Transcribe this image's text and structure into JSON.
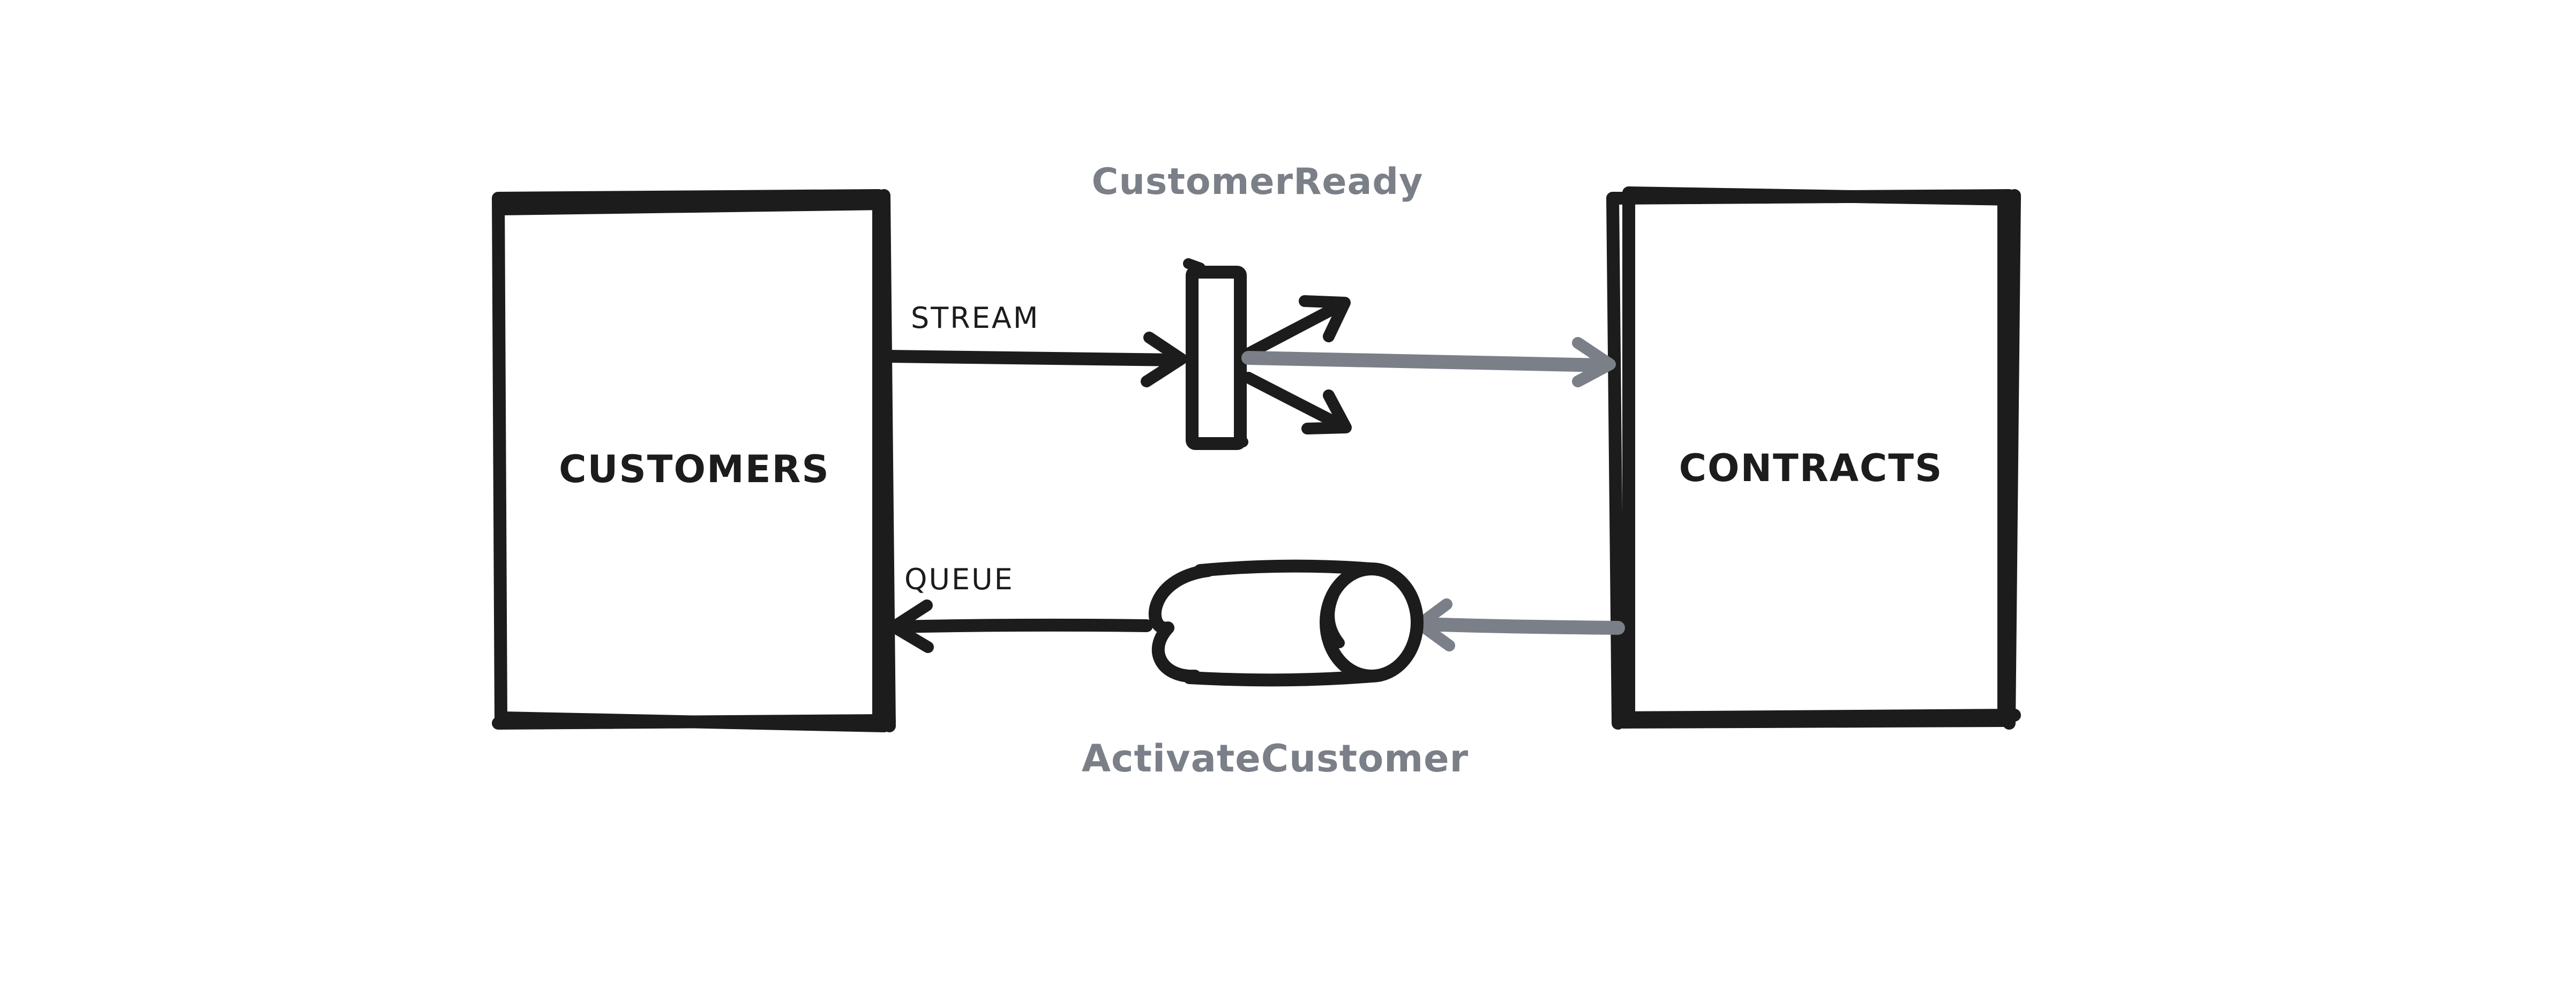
{
  "nodes": {
    "customers": {
      "label": "CUSTOMERS"
    },
    "contracts": {
      "label": "CONTRACTS"
    }
  },
  "edges": {
    "stream": {
      "label": "STREAM",
      "kind": "event-stream"
    },
    "queue": {
      "label": "QUEUE",
      "kind": "command-queue"
    }
  },
  "messages": {
    "event": {
      "label": "CustomerReady",
      "icon": "event-topic-icon"
    },
    "command": {
      "label": "ActivateCustomer",
      "icon": "queue-cylinder-icon"
    }
  },
  "colors": {
    "ink": "#1c1c1c",
    "muted": "#7a7f88",
    "background": "#ffffff"
  }
}
